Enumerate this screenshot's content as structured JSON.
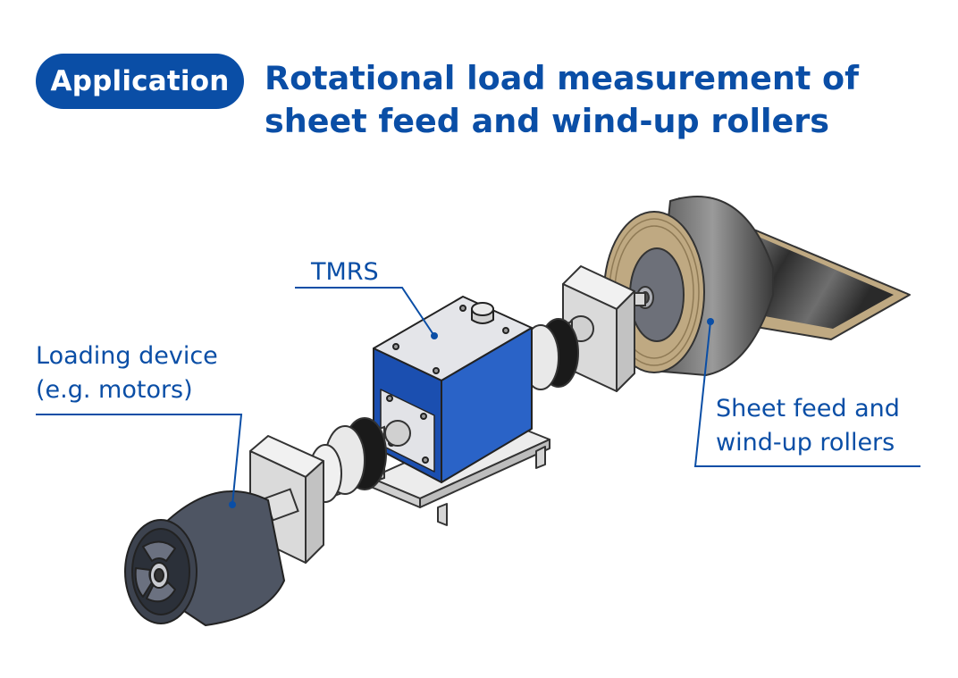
{
  "badge": {
    "label": "Application"
  },
  "title": {
    "line1": "Rotational load measurement of",
    "line2": "sheet feed and wind-up rollers"
  },
  "labels": {
    "tmrs": "TMRS",
    "loading_line1": "Loading device",
    "loading_line2": "(e.g. motors)",
    "rollers_line1": "Sheet feed and",
    "rollers_line2": "wind-up rollers"
  },
  "colors": {
    "brand_blue": "#0a4ea6",
    "motor_gray": "#4e5563",
    "block_gray": "#dcdcdc",
    "sheet_tan": "#bfa982"
  }
}
